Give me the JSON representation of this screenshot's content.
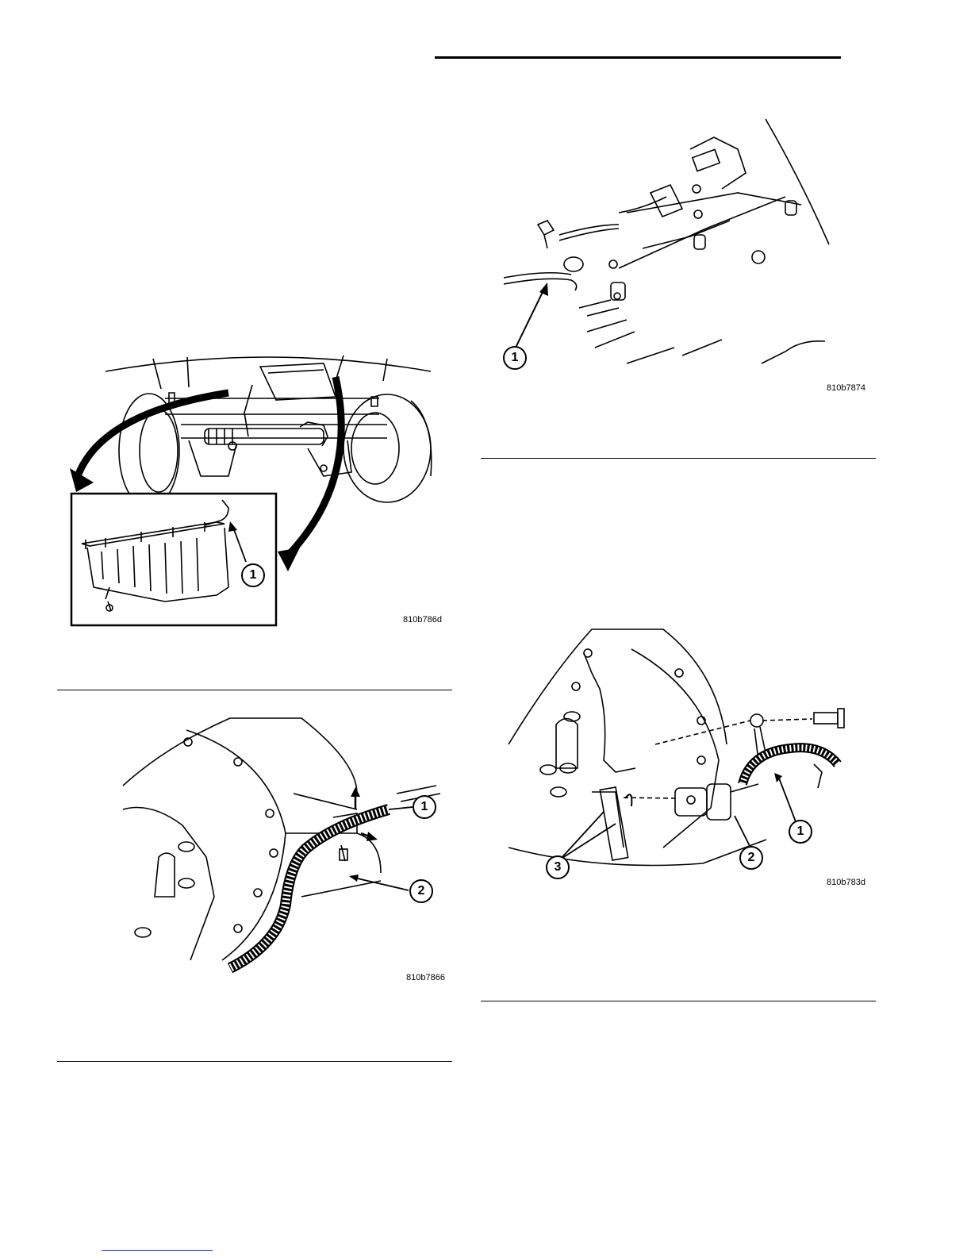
{
  "figures": [
    {
      "code": "810b786d",
      "callouts": [
        "1"
      ]
    },
    {
      "code": "810b7866",
      "callouts": [
        "1",
        "2"
      ]
    },
    {
      "code": "810b7874",
      "callouts": [
        "1"
      ]
    },
    {
      "code": "810b783d",
      "callouts": [
        "1",
        "2",
        "3"
      ]
    }
  ]
}
